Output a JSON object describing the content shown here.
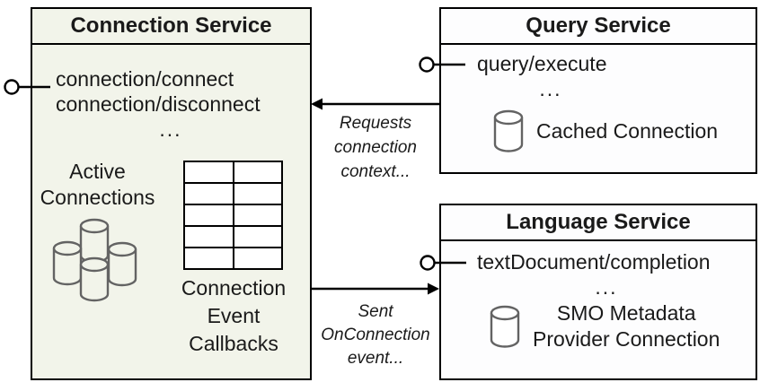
{
  "colors": {
    "connection_box_fill": "#f2f4ea",
    "service_box_fill": "#fdfdfe",
    "border_color": "#000000",
    "icon_stroke": "#636363",
    "text_color": "#1a1a1a"
  },
  "connection_service": {
    "title": "Connection Service",
    "methods": [
      "connection/connect",
      "connection/disconnect"
    ],
    "ellipsis": "...",
    "active_connections_label": [
      "Active",
      "Connections"
    ],
    "callbacks_label": [
      "Connection",
      "Event",
      "Callbacks"
    ],
    "callbacks_table": {
      "rows": 5,
      "cols": 2
    },
    "icons": {
      "cluster": "database-cluster-icon",
      "interface": "lollipop-interface-icon"
    }
  },
  "query_service": {
    "title": "Query Service",
    "methods": [
      "query/execute"
    ],
    "ellipsis": "...",
    "cached_connection_label": "Cached Connection",
    "icons": {
      "database": "database-cylinder-icon",
      "interface": "lollipop-interface-icon"
    }
  },
  "language_service": {
    "title": "Language Service",
    "methods": [
      "textDocument/completion"
    ],
    "ellipsis": "...",
    "smo_label": [
      "SMO Metadata",
      "Provider Connection"
    ],
    "icons": {
      "database": "database-cylinder-icon",
      "interface": "lollipop-interface-icon"
    }
  },
  "edges": {
    "requests_label": [
      "Requests",
      "connection",
      "context..."
    ],
    "sent_label": [
      "Sent",
      "OnConnection",
      "event..."
    ]
  }
}
